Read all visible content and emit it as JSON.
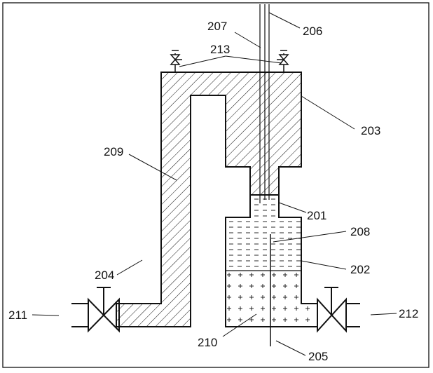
{
  "labels": {
    "l201": "201",
    "l202": "202",
    "l203": "203",
    "l204": "204",
    "l205": "205",
    "l206": "206",
    "l207": "207",
    "l208": "208",
    "l209": "209",
    "l210": "210",
    "l211": "211",
    "l212": "212",
    "l213": "213"
  },
  "colors": {
    "line": "#111111",
    "background": "#ffffff"
  }
}
